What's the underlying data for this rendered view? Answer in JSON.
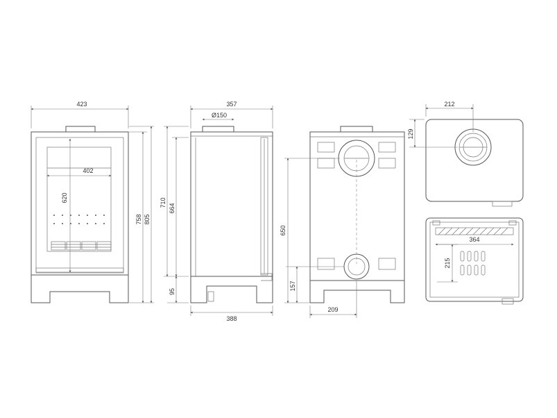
{
  "front_view": {
    "width": "423",
    "door_width": "402",
    "door_height": "620",
    "total_height_a": "758",
    "total_height_b": "805"
  },
  "side_view": {
    "width": "357",
    "flue_diameter": "Ø150",
    "height_a": "710",
    "height_b": "664",
    "leg_height": "95",
    "base_depth": "388"
  },
  "rear_view": {
    "rear_outlet_height": "650",
    "bottom_outlet_height": "157",
    "outlet_offset": "209"
  },
  "top_view": {
    "outlet_offset_x": "212",
    "outlet_offset_y": "129"
  },
  "bottom_view": {
    "width": "364",
    "depth": "215"
  }
}
